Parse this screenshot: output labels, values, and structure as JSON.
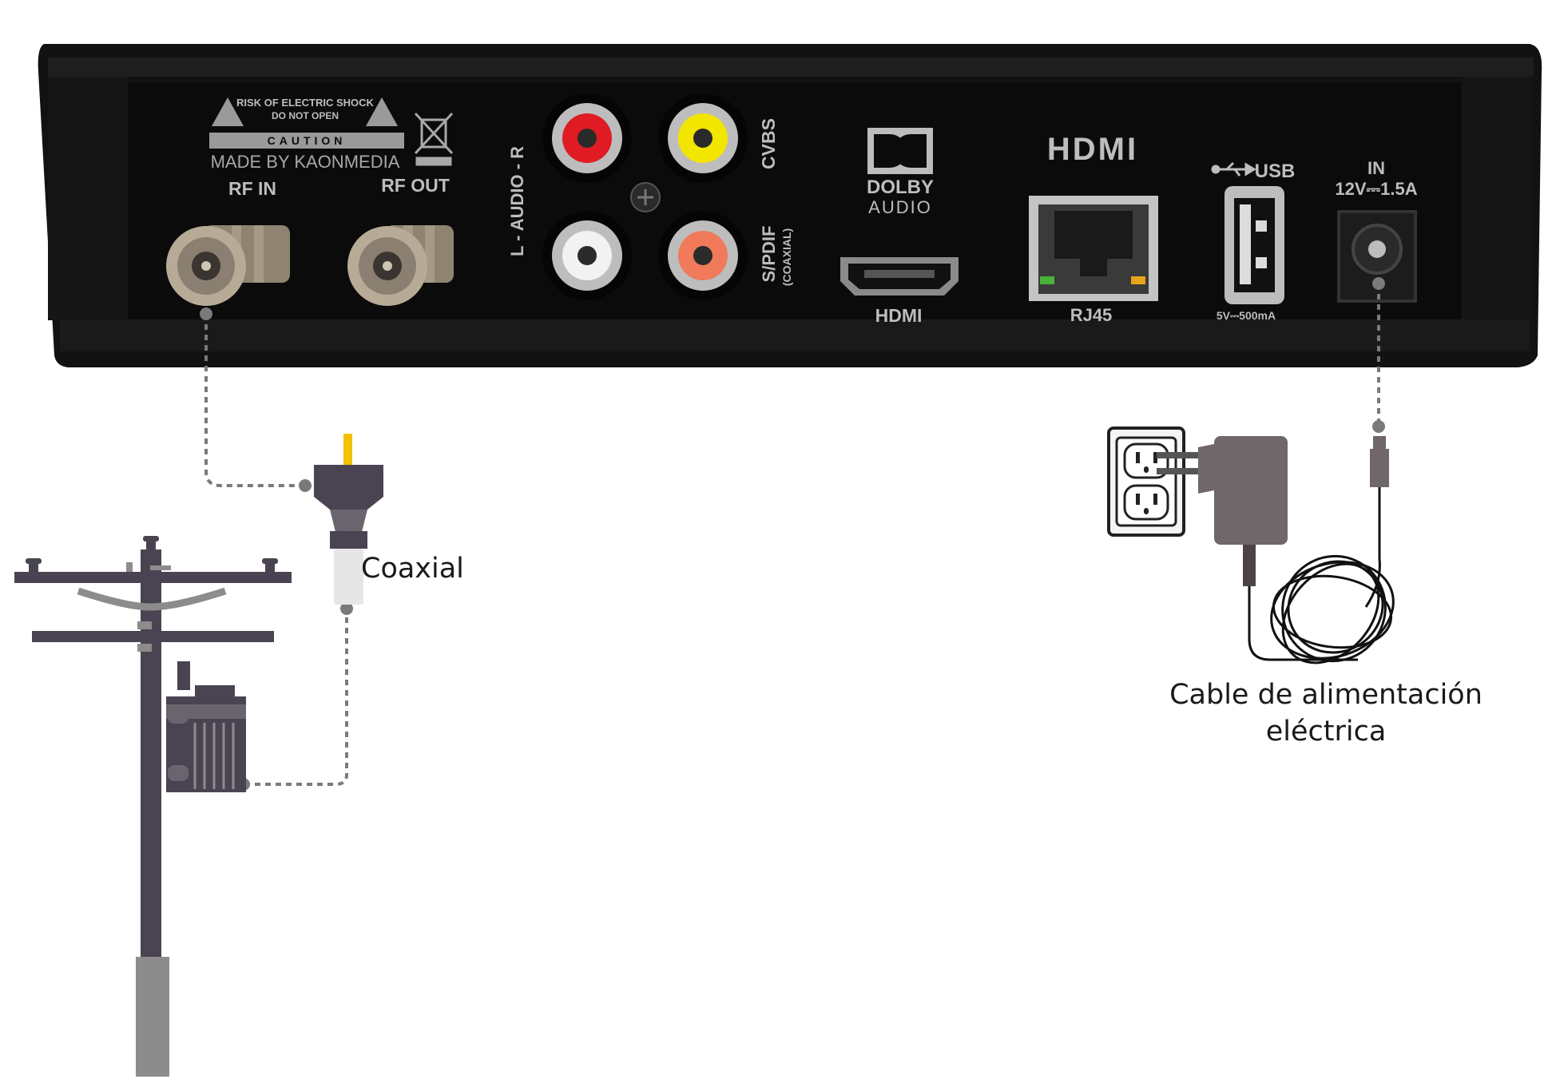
{
  "device": {
    "warning_line1": "RISK OF ELECTRIC SHOCK",
    "warning_line2": "DO NOT OPEN",
    "caution": "CAUTION",
    "maker": "MADE BY KAONMEDIA",
    "rf_in": "RF IN",
    "rf_out": "RF OUT",
    "audio": "L - AUDIO - R",
    "cvbs": "CVBS",
    "spdif": "S/PDIF",
    "spdif_sub": "(COAXIAL)",
    "dolby_line1": "DOLBY",
    "dolby_line2": "AUDIO",
    "hdmi_logo": "HDMI",
    "hdmi_port": "HDMI",
    "rj45": "RJ45",
    "usb": "USB",
    "usb_rating": "5V⎓500mA",
    "power_in": "IN",
    "power_rating": "12V⎓1.5A"
  },
  "labels": {
    "coaxial": "Coaxial",
    "power_cable_line1": "Cable de alimentación",
    "power_cable_line2": "eléctrica"
  },
  "colors": {
    "device_body": "#121212",
    "device_edge": "#2a2a2a",
    "pole": "#4a4452",
    "pole_base": "#8c8c8c",
    "dashed_cable": "#7a7a7a",
    "rca_red": "#e01b24",
    "rca_yellow": "#f2e600",
    "rca_white": "#f2f2f2",
    "rca_orange": "#f07a5a",
    "adapter": "#6f6769",
    "connector_tip": "#f2c200"
  }
}
